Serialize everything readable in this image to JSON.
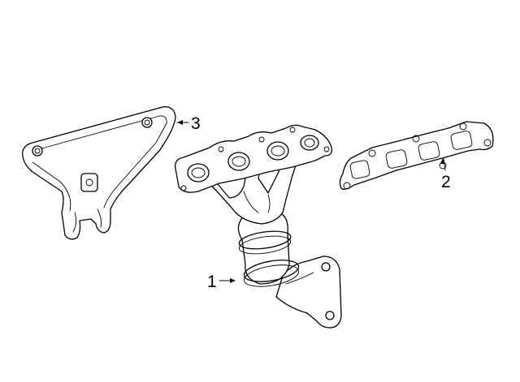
{
  "callouts": [
    {
      "id": "exhaust-manifold",
      "label": "1"
    },
    {
      "id": "manifold-gasket",
      "label": "2"
    },
    {
      "id": "heat-shield",
      "label": "3"
    }
  ]
}
